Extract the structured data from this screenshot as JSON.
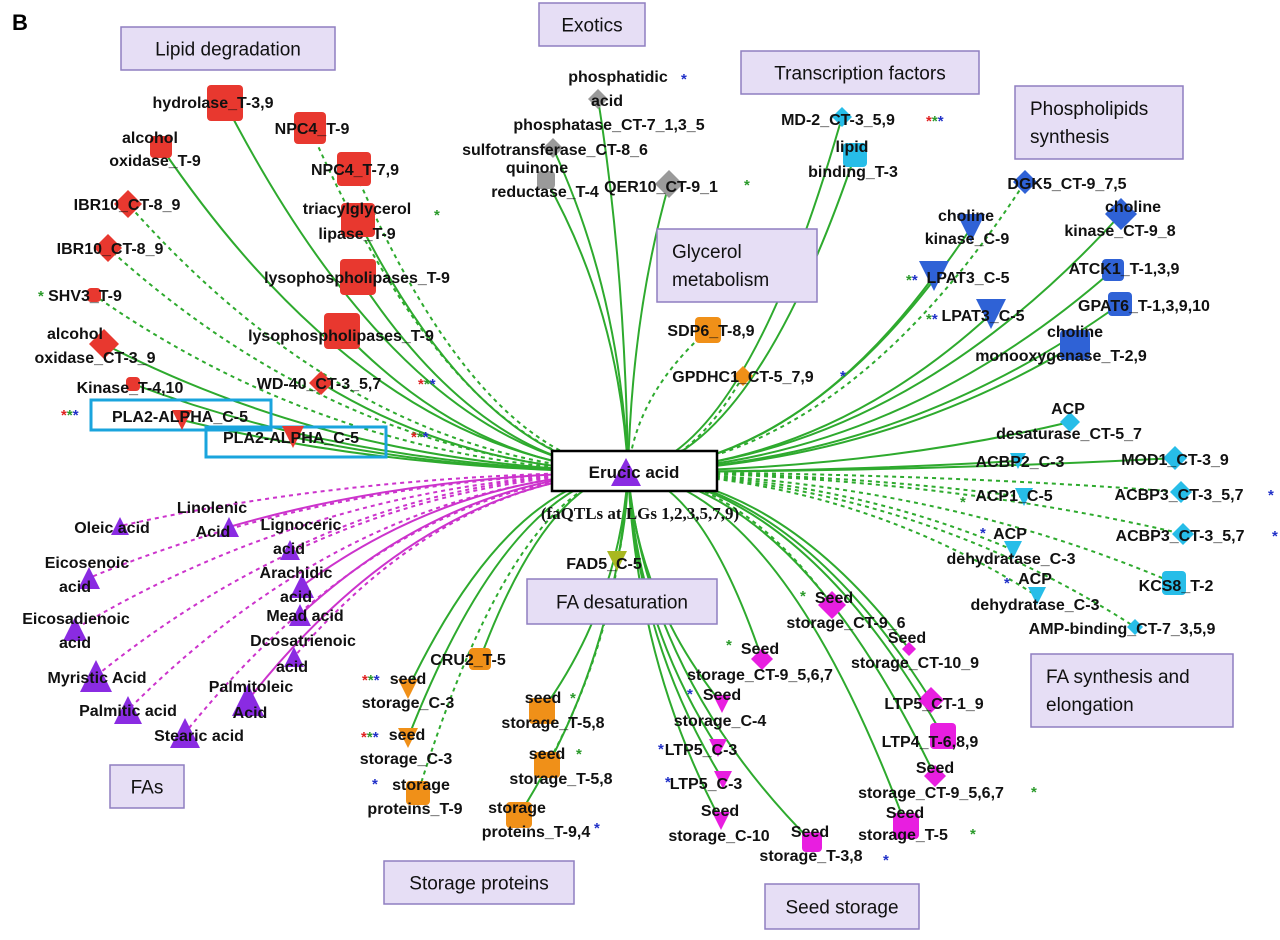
{
  "panel_letter": "B",
  "center": {
    "label": "Erucic acid",
    "subtitle": "(faQTLs at LGs 1,2,3,5,7,9)"
  },
  "colors": {
    "green_edge": "#2eaa2e",
    "pink_edge": "#cc33cc",
    "red": "#e8382f",
    "gray": "#9a9a9a",
    "orange": "#f09018",
    "blue": "#2f62d6",
    "cyan": "#27bde8",
    "magenta": "#e81ee0",
    "purple": "#8a2be2",
    "olive": "#a8b820",
    "category_fill": "#e6def5",
    "category_border": "#8f7fc0",
    "highlight": "#1aa4dd",
    "star_red": "#e02020",
    "star_green": "#2a9a2a",
    "star_blue": "#2030c8"
  },
  "categories": [
    {
      "id": "lipid",
      "text": "Lipid degradation"
    },
    {
      "id": "exotics",
      "text": "Exotics"
    },
    {
      "id": "tf",
      "text": "Transcription factors"
    },
    {
      "id": "phospho",
      "text": "Phospholipids synthesis"
    },
    {
      "id": "glycerol",
      "text": "Glycerol metabolism"
    },
    {
      "id": "fasynth",
      "text": "FA synthesis and elongation"
    },
    {
      "id": "fadesat",
      "text": "FA desaturation"
    },
    {
      "id": "fas",
      "text": "FAs"
    },
    {
      "id": "storage",
      "text": "Storage proteins"
    },
    {
      "id": "seed",
      "text": "Seed storage"
    }
  ],
  "nodes": [
    {
      "id": "hyd",
      "text": "hydrolase_T-3,9",
      "shape": "roundsquare",
      "color": "red",
      "stars": ""
    },
    {
      "id": "aox1",
      "text": "alcohol oxidase_T-9",
      "shape": "roundsquare",
      "color": "red",
      "stars": ""
    },
    {
      "id": "npc1",
      "text": "NPC4_T-9",
      "shape": "roundsquare",
      "color": "red",
      "stars": ""
    },
    {
      "id": "npc2",
      "text": "NPC4_T-7,9",
      "shape": "roundsquare",
      "color": "red",
      "stars": ""
    },
    {
      "id": "ibr1",
      "text": "IBR10_CT-8_9",
      "shape": "diamond",
      "color": "red",
      "stars": ""
    },
    {
      "id": "tag",
      "text": "triacylglycerol lipase_T-9",
      "shape": "roundsquare",
      "color": "red",
      "stars": "g"
    },
    {
      "id": "ibr2",
      "text": "IBR10_CT-8_9",
      "shape": "diamond",
      "color": "red",
      "stars": ""
    },
    {
      "id": "lyso1",
      "text": "lysophospholipases_T-9",
      "shape": "roundsquare",
      "color": "red",
      "stars": ""
    },
    {
      "id": "shv",
      "text": "SHV3_T-9",
      "shape": "roundsquare",
      "color": "red",
      "stars": "g"
    },
    {
      "id": "lyso2",
      "text": "lysophospholipases_T-9",
      "shape": "roundsquare",
      "color": "red",
      "stars": ""
    },
    {
      "id": "aox2",
      "text": "alcohol oxidase_CT-3_9",
      "shape": "diamond",
      "color": "red",
      "stars": ""
    },
    {
      "id": "kin",
      "text": "Kinase_T-4,10",
      "shape": "roundsquare",
      "color": "red",
      "stars": ""
    },
    {
      "id": "wd40",
      "text": "WD-40_CT-3_5,7",
      "shape": "diamond",
      "color": "red",
      "stars": "rgb"
    },
    {
      "id": "pla1",
      "text": "PLA2-ALPHA_C-5",
      "shape": "vtri",
      "color": "red",
      "stars": "rgb"
    },
    {
      "id": "pla2",
      "text": "PLA2-ALPHA_C-5",
      "shape": "vtri",
      "color": "red",
      "stars": "rgb"
    },
    {
      "id": "phos",
      "text": "phosphatidic acid phosphatase_CT-7_1,3_5",
      "shape": "diamond",
      "color": "gray",
      "stars": "b"
    },
    {
      "id": "sulfo",
      "text": "sulfotransferase_CT-8_6",
      "shape": "diamond",
      "color": "gray",
      "stars": ""
    },
    {
      "id": "quin",
      "text": "quinone reductase_T-4",
      "shape": "roundsquare",
      "color": "gray",
      "stars": ""
    },
    {
      "id": "qer",
      "text": "QER10_CT-9_1",
      "shape": "diamond",
      "color": "gray",
      "stars": "g"
    },
    {
      "id": "md2",
      "text": "MD-2_CT-3_5,9",
      "shape": "diamond",
      "color": "cyan",
      "stars": "rgb"
    },
    {
      "id": "lipid",
      "text": "lipid binding_T-3",
      "shape": "roundsquare",
      "color": "cyan",
      "stars": ""
    },
    {
      "id": "dgk",
      "text": "DGK5_CT-9_7,5",
      "shape": "diamond",
      "color": "blue",
      "stars": ""
    },
    {
      "id": "chok1",
      "text": "choline kinase_C-9",
      "shape": "vtri",
      "color": "blue",
      "stars": ""
    },
    {
      "id": "chok2",
      "text": "choline kinase_CT-9_8",
      "shape": "diamond",
      "color": "blue",
      "stars": ""
    },
    {
      "id": "lpat1",
      "text": "LPAT3_C-5",
      "shape": "vtri",
      "color": "blue",
      "stars": "gb"
    },
    {
      "id": "atck",
      "text": "ATCK1_T-1,3,9",
      "shape": "roundsquare",
      "color": "blue",
      "stars": ""
    },
    {
      "id": "gpat",
      "text": "GPAT6_T-1,3,9,10",
      "shape": "roundsquare",
      "color": "blue",
      "stars": ""
    },
    {
      "id": "lpat2",
      "text": "LPAT3_C-5",
      "shape": "vtri",
      "color": "blue",
      "stars": "gb"
    },
    {
      "id": "chmo",
      "text": "choline monooxygenase_T-2,9",
      "shape": "roundsquare",
      "color": "blue",
      "stars": ""
    },
    {
      "id": "sdp",
      "text": "SDP6_T-8,9",
      "shape": "roundsquare",
      "color": "orange",
      "stars": ""
    },
    {
      "id": "gpdh",
      "text": "GPDHC1_CT-5_7,9",
      "shape": "diamond",
      "color": "orange",
      "stars": "b"
    },
    {
      "id": "acpd",
      "text": "ACP desaturase_CT-5_7",
      "shape": "diamond",
      "color": "cyan",
      "stars": ""
    },
    {
      "id": "acbp2",
      "text": "ACBP2_C-3",
      "shape": "vtri",
      "color": "cyan",
      "stars": ""
    },
    {
      "id": "mod1",
      "text": "MOD1_CT-3_9",
      "shape": "diamond",
      "color": "cyan",
      "stars": ""
    },
    {
      "id": "acp1",
      "text": "ACP1_C-5",
      "shape": "vtri",
      "color": "cyan",
      "stars": "g"
    },
    {
      "id": "acbp3a",
      "text": "ACBP3_CT-3_5,7",
      "shape": "diamond",
      "color": "cyan",
      "stars": "b"
    },
    {
      "id": "acpdh1",
      "text": "ACP dehydratase_C-3",
      "shape": "vtri",
      "color": "cyan",
      "stars": "b"
    },
    {
      "id": "acbp3b",
      "text": "ACBP3_CT-3_5,7",
      "shape": "diamond",
      "color": "cyan",
      "stars": "b"
    },
    {
      "id": "acpdh2",
      "text": "ACP dehydratase_C-3",
      "shape": "vtri",
      "color": "cyan",
      "stars": "b"
    },
    {
      "id": "kcs",
      "text": "KCS8_T-2",
      "shape": "roundsquare",
      "color": "cyan",
      "stars": ""
    },
    {
      "id": "amp",
      "text": "AMP-binding_CT-7_3,5,9",
      "shape": "diamond",
      "color": "cyan",
      "stars": ""
    },
    {
      "id": "fad5",
      "text": "FAD5_C-5",
      "shape": "vtri",
      "color": "olive",
      "stars": ""
    },
    {
      "id": "linol",
      "text": "Linolenic Acid",
      "shape": "tri",
      "color": "purple",
      "stars": ""
    },
    {
      "id": "oleic",
      "text": "Oleic acid",
      "shape": "tri",
      "color": "purple",
      "stars": ""
    },
    {
      "id": "lignoc",
      "text": "Lignoceric acid",
      "shape": "tri",
      "color": "purple",
      "stars": ""
    },
    {
      "id": "eicos",
      "text": "Eicosenoic acid",
      "shape": "tri",
      "color": "purple",
      "stars": ""
    },
    {
      "id": "arach",
      "text": "Arachidic acid",
      "shape": "tri",
      "color": "purple",
      "stars": ""
    },
    {
      "id": "mead",
      "text": "Mead acid",
      "shape": "tri",
      "color": "purple",
      "stars": ""
    },
    {
      "id": "eicosad",
      "text": "Eicosadienoic acid",
      "shape": "tri",
      "color": "purple",
      "stars": ""
    },
    {
      "id": "dcosa",
      "text": "Dcosatrienoic acid",
      "shape": "tri",
      "color": "purple",
      "stars": ""
    },
    {
      "id": "myris",
      "text": "Myristic Acid",
      "shape": "tri",
      "color": "purple",
      "stars": ""
    },
    {
      "id": "palmo",
      "text": "Palmitoleic Acid",
      "shape": "tri",
      "color": "purple",
      "stars": ""
    },
    {
      "id": "palmi",
      "text": "Palmitic acid",
      "shape": "tri",
      "color": "purple",
      "stars": ""
    },
    {
      "id": "stear",
      "text": "Stearic acid",
      "shape": "tri",
      "color": "purple",
      "stars": ""
    },
    {
      "id": "cru",
      "text": "CRU2_T-5",
      "shape": "roundsquare",
      "color": "orange",
      "stars": ""
    },
    {
      "id": "ssc1",
      "text": "seed storage_C-3",
      "shape": "vtri",
      "color": "orange",
      "stars": "rgb"
    },
    {
      "id": "sst1",
      "text": "seed storage_T-5,8",
      "shape": "roundsquare",
      "color": "orange",
      "stars": "g"
    },
    {
      "id": "ssc2",
      "text": "seed storage_C-3",
      "shape": "vtri",
      "color": "orange",
      "stars": "rgb"
    },
    {
      "id": "sst2",
      "text": "seed storage_T-5,8",
      "shape": "roundsquare",
      "color": "orange",
      "stars": "g"
    },
    {
      "id": "sp1",
      "text": "storage proteins_T-9",
      "shape": "roundsquare",
      "color": "orange",
      "stars": "b"
    },
    {
      "id": "sp2",
      "text": "storage proteins_T-9,4",
      "shape": "roundsquare",
      "color": "orange",
      "stars": "b"
    },
    {
      "id": "sd1",
      "text": "Seed storage_CT-9_6",
      "shape": "diamond",
      "color": "magenta",
      "stars": "g"
    },
    {
      "id": "sd2",
      "text": "Seed storage_CT-10_9",
      "shape": "diamond",
      "color": "magenta",
      "stars": ""
    },
    {
      "id": "sd3",
      "text": "Seed storage_CT-9_5,6,7",
      "shape": "diamond",
      "color": "magenta",
      "stars": "g"
    },
    {
      "id": "sd4",
      "text": "Seed storage_C-4",
      "shape": "vtri",
      "color": "magenta",
      "stars": "b"
    },
    {
      "id": "ltp1",
      "text": "LTP5_CT-1_9",
      "shape": "diamond",
      "color": "magenta",
      "stars": ""
    },
    {
      "id": "ltp2",
      "text": "LTP5_C-3",
      "shape": "vtri",
      "color": "magenta",
      "stars": "b"
    },
    {
      "id": "ltp4",
      "text": "LTP4_T-6,8,9",
      "shape": "roundsquare",
      "color": "magenta",
      "stars": ""
    },
    {
      "id": "ltp3",
      "text": "LTP5_C-3",
      "shape": "vtri",
      "color": "magenta",
      "stars": "b"
    },
    {
      "id": "sd5",
      "text": "Seed storage_CT-9_5,6,7",
      "shape": "diamond",
      "color": "magenta",
      "stars": "g"
    },
    {
      "id": "sd6",
      "text": "Seed storage_C-10",
      "shape": "vtri",
      "color": "magenta",
      "stars": ""
    },
    {
      "id": "sd7",
      "text": "Seed storage_T-3,8",
      "shape": "roundsquare",
      "color": "magenta",
      "stars": "b"
    },
    {
      "id": "sd8",
      "text": "Seed storage_T-5",
      "shape": "roundsquare",
      "color": "magenta",
      "stars": "g"
    }
  ],
  "edges": [
    {
      "to": "hyd",
      "kind": "solid"
    },
    {
      "to": "aox1",
      "kind": "solid"
    },
    {
      "to": "npc1",
      "kind": "dashed"
    },
    {
      "to": "npc2",
      "kind": "dashed"
    },
    {
      "to": "ibr1",
      "kind": "dashed"
    },
    {
      "to": "tag",
      "kind": "solid"
    },
    {
      "to": "ibr2",
      "kind": "dashed"
    },
    {
      "to": "lyso1",
      "kind": "solid"
    },
    {
      "to": "shv",
      "kind": "dashed"
    },
    {
      "to": "lyso2",
      "kind": "solid"
    },
    {
      "to": "aox2",
      "kind": "solid"
    },
    {
      "to": "kin",
      "kind": "solid"
    },
    {
      "to": "wd40",
      "kind": "solid"
    },
    {
      "to": "pla1",
      "kind": "solid"
    },
    {
      "to": "pla2",
      "kind": "solid"
    },
    {
      "to": "phos",
      "kind": "solid"
    },
    {
      "to": "sulfo",
      "kind": "solid"
    },
    {
      "to": "quin",
      "kind": "solid"
    },
    {
      "to": "qer",
      "kind": "solid"
    },
    {
      "to": "md2",
      "kind": "solid"
    },
    {
      "to": "lipid",
      "kind": "solid"
    },
    {
      "to": "dgk",
      "kind": "dashed"
    },
    {
      "to": "chok1",
      "kind": "solid"
    },
    {
      "to": "chok2",
      "kind": "solid"
    },
    {
      "to": "lpat1",
      "kind": "solid"
    },
    {
      "to": "atck",
      "kind": "solid"
    },
    {
      "to": "gpat",
      "kind": "solid"
    },
    {
      "to": "lpat2",
      "kind": "solid"
    },
    {
      "to": "chmo",
      "kind": "solid"
    },
    {
      "to": "sdp",
      "kind": "dashed"
    },
    {
      "to": "gpdh",
      "kind": "dashed"
    },
    {
      "to": "acpd",
      "kind": "solid"
    },
    {
      "to": "acbp2",
      "kind": "solid"
    },
    {
      "to": "mod1",
      "kind": "solid"
    },
    {
      "to": "acp1",
      "kind": "dashed"
    },
    {
      "to": "acbp3a",
      "kind": "dashed"
    },
    {
      "to": "acpdh1",
      "kind": "dashed"
    },
    {
      "to": "acbp3b",
      "kind": "dashed"
    },
    {
      "to": "acpdh2",
      "kind": "dashed"
    },
    {
      "to": "kcs",
      "kind": "dashed"
    },
    {
      "to": "amp",
      "kind": "dashed"
    },
    {
      "to": "fad5",
      "kind": "solid"
    },
    {
      "to": "linol",
      "kind": "pinksolid"
    },
    {
      "to": "oleic",
      "kind": "pinkdash"
    },
    {
      "to": "lignoc",
      "kind": "pinkdash"
    },
    {
      "to": "eicos",
      "kind": "pinkdash"
    },
    {
      "to": "arach",
      "kind": "pinksolid"
    },
    {
      "to": "mead",
      "kind": "pinksolid"
    },
    {
      "to": "eicosad",
      "kind": "pinkdash"
    },
    {
      "to": "dcosa",
      "kind": "pinkdash"
    },
    {
      "to": "myris",
      "kind": "pinkdash"
    },
    {
      "to": "palmo",
      "kind": "pinksolid"
    },
    {
      "to": "palmi",
      "kind": "pinkdash"
    },
    {
      "to": "stear",
      "kind": "pinkdash"
    },
    {
      "to": "cru",
      "kind": "solid"
    },
    {
      "to": "ssc1",
      "kind": "solid"
    },
    {
      "to": "sst1",
      "kind": "solid"
    },
    {
      "to": "ssc2",
      "kind": "solid"
    },
    {
      "to": "sst2",
      "kind": "dashed"
    },
    {
      "to": "sp1",
      "kind": "dashed"
    },
    {
      "to": "sp2",
      "kind": "solid"
    },
    {
      "to": "sd1",
      "kind": "dashed"
    },
    {
      "to": "sd2",
      "kind": "solid"
    },
    {
      "to": "sd3",
      "kind": "solid"
    },
    {
      "to": "sd4",
      "kind": "solid"
    },
    {
      "to": "ltp1",
      "kind": "solid"
    },
    {
      "to": "ltp2",
      "kind": "solid"
    },
    {
      "to": "ltp4",
      "kind": "solid"
    },
    {
      "to": "ltp3",
      "kind": "solid"
    },
    {
      "to": "sd5",
      "kind": "solid"
    },
    {
      "to": "sd6",
      "kind": "solid"
    },
    {
      "to": "sd7",
      "kind": "solid"
    },
    {
      "to": "sd8",
      "kind": "solid"
    }
  ]
}
